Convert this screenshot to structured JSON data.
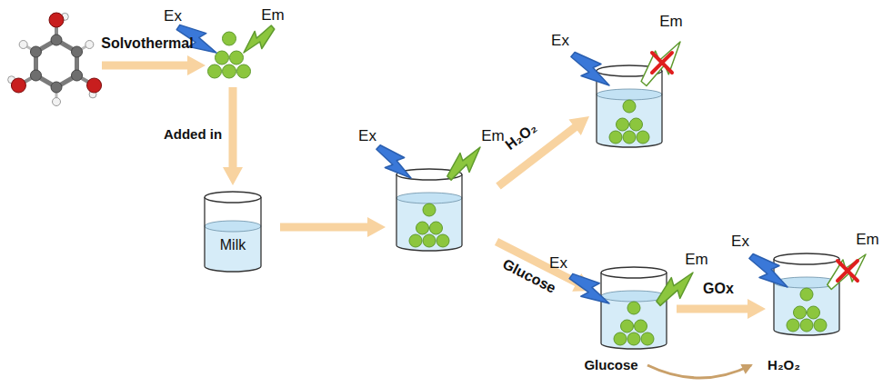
{
  "diagram": {
    "nodes": [
      {
        "text": [
          "Milk"
        ]
      }
    ],
    "labels": [
      "Ex",
      "Em",
      "Solvothermal",
      "Added in",
      "Ex",
      "Em",
      "H₂O₂",
      "Ex",
      "Em",
      "Glucose",
      "Ex",
      "Em",
      "Ex",
      "Em",
      "GOx",
      "Glucose",
      "H₂O₂"
    ]
  }
}
